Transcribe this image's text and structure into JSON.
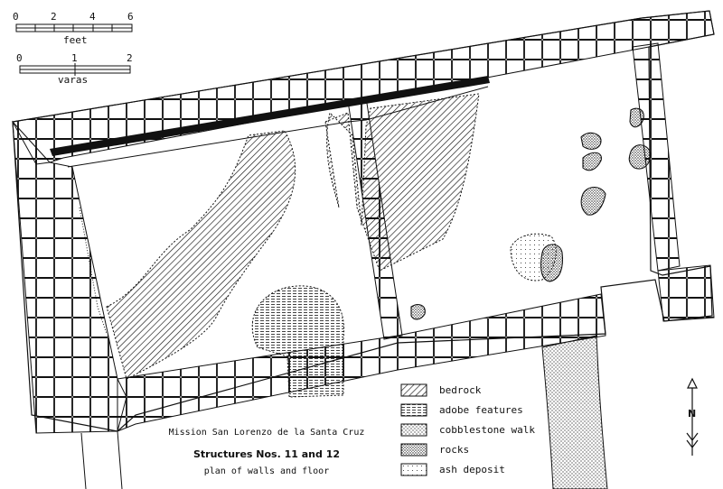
{
  "scales": {
    "feet": {
      "ticks": [
        "0",
        "2",
        "4",
        "6"
      ],
      "unit": "feet"
    },
    "varas": {
      "ticks": [
        "0",
        "1",
        "2"
      ],
      "unit": "varas"
    }
  },
  "title": {
    "line1": "Mission San Lorenzo de la Santa Cruz",
    "line2": "Structures Nos. 11 and 12",
    "line3": "plan of walls and floor"
  },
  "legend": [
    {
      "label": "bedrock",
      "pattern": "hatch"
    },
    {
      "label": "adobe features",
      "pattern": "lines"
    },
    {
      "label": "cobblestone walk",
      "pattern": "dots-fine"
    },
    {
      "label": "rocks",
      "pattern": "dots-dense"
    },
    {
      "label": "ash deposit",
      "pattern": "dots-light"
    }
  ],
  "north_arrow": {
    "label": "N"
  },
  "colors": {
    "ink": "#111111",
    "paper": "#ffffff"
  }
}
